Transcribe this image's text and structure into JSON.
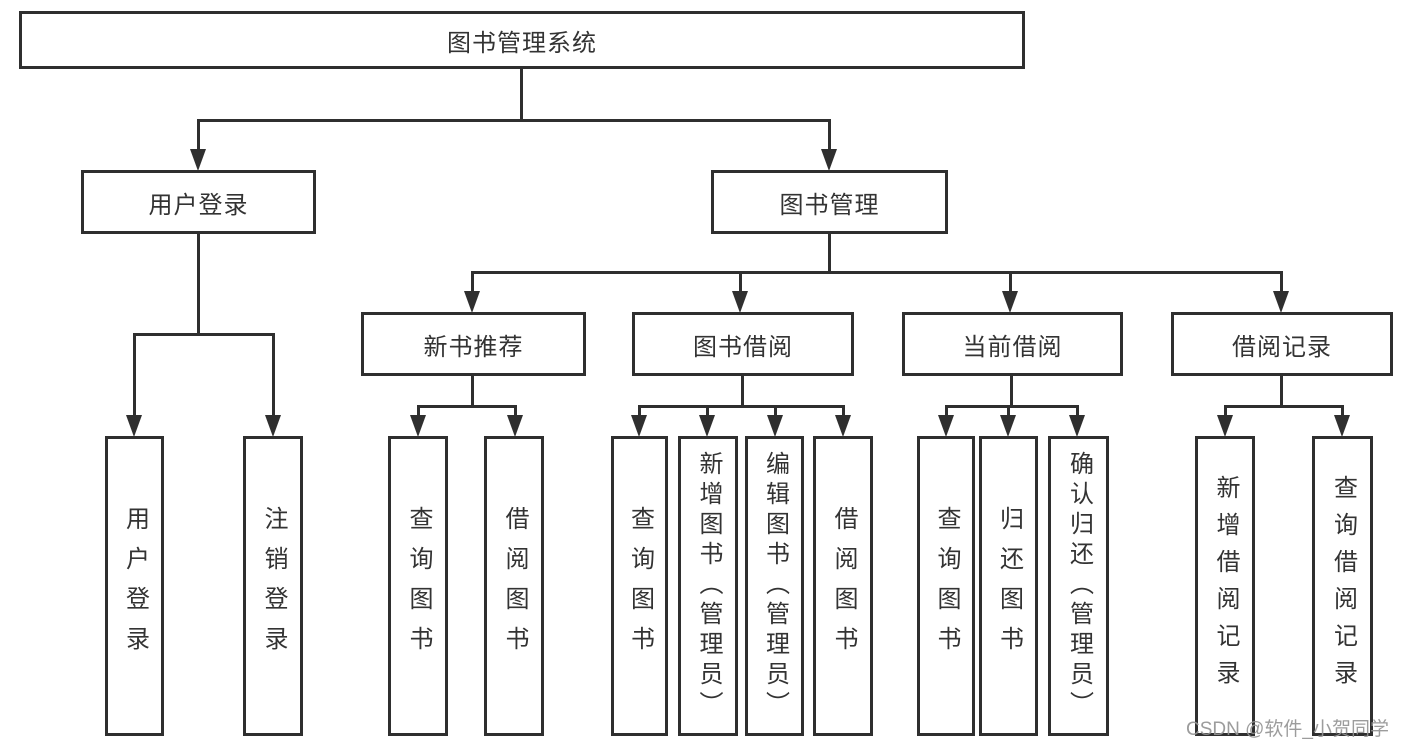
{
  "nodes": {
    "root": "图书管理系统",
    "user_login": "用户登录",
    "book_management": "图书管理",
    "new_book_recommend": "新书推荐",
    "book_borrow": "图书借阅",
    "current_borrow": "当前借阅",
    "borrow_record": "借阅记录",
    "user_login_child": "用户登录",
    "logout_child": "注销登录",
    "nbr_query_book": "查询图书",
    "nbr_borrow_book": "借阅图书",
    "bb_query_book": "查询图书",
    "bb_add_book": "新增图书（管理员）",
    "bb_edit_book": "编辑图书（管理员）",
    "bb_borrow_book": "借阅图书",
    "cb_query_book": "查询图书",
    "cb_return_book": "归还图书",
    "cb_confirm_return": "确认归还（管理员）",
    "br_add_record": "新增借阅记录",
    "br_query_record": "查询借阅记录"
  },
  "watermark": "CSDN @软件_小贺同学",
  "colors": {
    "line": "#2f2f2f",
    "box_border": "#2f2f2f",
    "text": "#333333",
    "watermark": "#949494",
    "background": "#ffffff"
  }
}
